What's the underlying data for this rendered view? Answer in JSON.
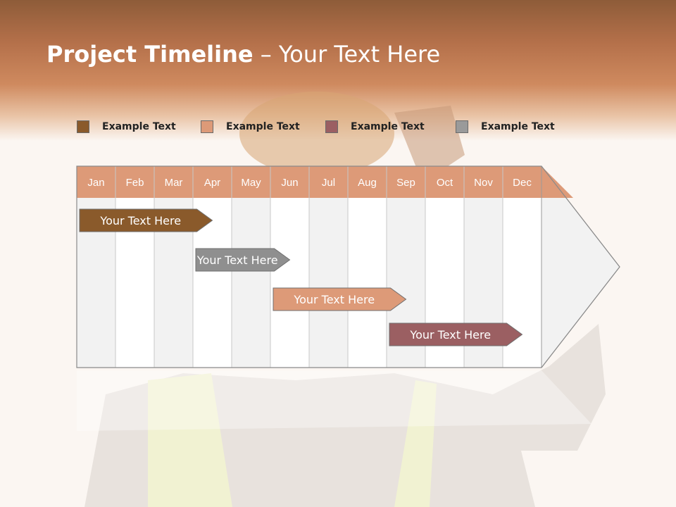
{
  "slide": {
    "title_bold": "Project Timeline",
    "title_sep": " – ",
    "title_rest": "Your Text Here"
  },
  "legend": [
    {
      "label": "Example Text",
      "color": "#8a5a2b"
    },
    {
      "label": "Example Text",
      "color": "#dd9a78"
    },
    {
      "label": "Example Text",
      "color": "#9b5f62"
    },
    {
      "label": "Example Text",
      "color": "#9a9a9a"
    }
  ],
  "months": [
    "Jan",
    "Feb",
    "Mar",
    "Apr",
    "May",
    "Jun",
    "Jul",
    "Aug",
    "Sep",
    "Oct",
    "Nov",
    "Dec"
  ],
  "tasks": [
    {
      "label": "Your  Text Here",
      "start": "Jan",
      "end": "Apr",
      "color": "#8a5a2b"
    },
    {
      "label": "Your  Text Here",
      "start": "Apr",
      "end": "Jun",
      "color": "#8f8f8f"
    },
    {
      "label": "Your  Text Here",
      "start": "Jun",
      "end": "Sep",
      "color": "#dd9a78"
    },
    {
      "label": "Your  Text Here",
      "start": "Sep",
      "end": "Dec",
      "color": "#9b5f62"
    }
  ],
  "colors": {
    "header_fill": "#dd9a78",
    "column_light": "#f2f2f2",
    "column_white": "#ffffff",
    "grid_line": "#c8c8c8"
  }
}
